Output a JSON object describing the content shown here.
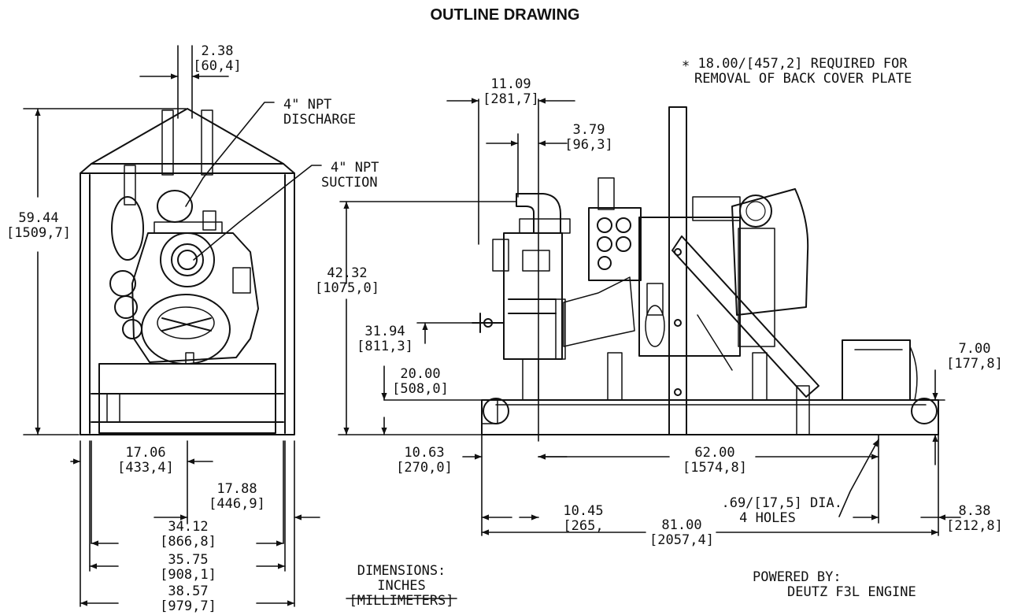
{
  "title": "OUTLINE DRAWING",
  "notes": {
    "removal_note_line1": "∗ 18.00/[457,2] REQUIRED FOR",
    "removal_note_line2": "REMOVAL OF BACK COVER PLATE",
    "discharge_line1": "4\" NPT",
    "discharge_line2": "DISCHARGE",
    "suction_line1": "4\" NPT",
    "suction_line2": "SUCTION",
    "holes_line1": ".69/[17,5] DIA.",
    "holes_line2": "4 HOLES",
    "units_line1": "DIMENSIONS:",
    "units_line2": "INCHES",
    "units_line3": "[MILLIMETERS]",
    "powered_line1": "POWERED BY:",
    "powered_line2": "DEUTZ F3L ENGINE"
  },
  "dimensions": {
    "d_2_38": {
      "in": "2.38",
      "mm": "[60,4]"
    },
    "d_59_44": {
      "in": "59.44",
      "mm": "[1509,7]"
    },
    "d_17_06": {
      "in": "17.06",
      "mm": "[433,4]"
    },
    "d_17_88": {
      "in": "17.88",
      "mm": "[446,9]"
    },
    "d_34_12": {
      "in": "34.12",
      "mm": "[866,8]"
    },
    "d_35_75": {
      "in": "35.75",
      "mm": "[908,1]"
    },
    "d_38_57": {
      "in": "38.57",
      "mm": "[979,7]"
    },
    "d_11_09": {
      "in": "11.09",
      "mm": "[281,7]"
    },
    "d_3_79": {
      "in": "3.79",
      "mm": "[96,3]"
    },
    "d_42_32": {
      "in": "42.32",
      "mm": "[1075,0]"
    },
    "d_31_94": {
      "in": "31.94",
      "mm": "[811,3]"
    },
    "d_20_00": {
      "in": "20.00",
      "mm": "[508,0]"
    },
    "d_7_00": {
      "in": "7.00",
      "mm": "[177,8]"
    },
    "d_10_63": {
      "in": "10.63",
      "mm": "[270,0]"
    },
    "d_62_00": {
      "in": "62.00",
      "mm": "[1574,8]"
    },
    "d_10_45": {
      "in": "10.45",
      "mm": "[265,"
    },
    "d_81_00": {
      "in": "81.00",
      "mm": "[2057,4]"
    },
    "d_8_38": {
      "in": "8.38",
      "mm": "[212,8]"
    }
  }
}
